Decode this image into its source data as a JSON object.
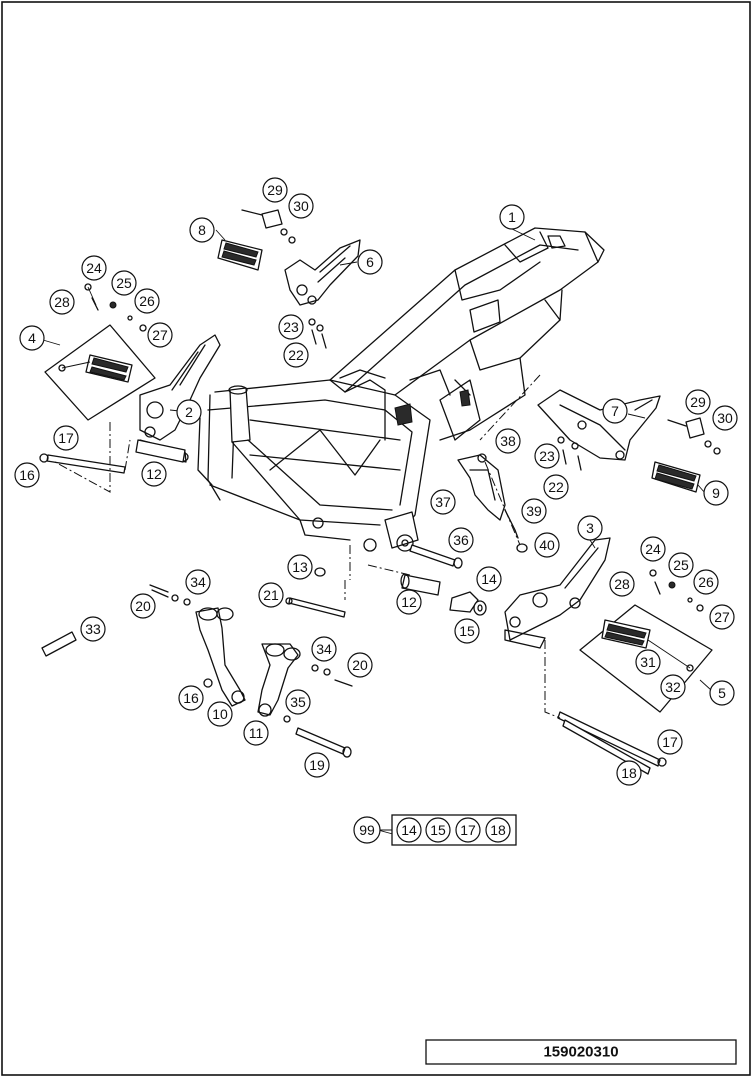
{
  "drawing_number": "159020310",
  "callouts": {
    "c1": "1",
    "c2": "2",
    "c3": "3",
    "c4": "4",
    "c5": "5",
    "c6": "6",
    "c7": "7",
    "c8": "8",
    "c9": "9",
    "c10": "10",
    "c11": "11",
    "c12a": "12",
    "c12b": "12",
    "c13": "13",
    "c14": "14",
    "c15": "15",
    "c16a": "16",
    "c16b": "16",
    "c17a": "17",
    "c17b": "17",
    "c18": "18",
    "c19": "19",
    "c20a": "20",
    "c20b": "20",
    "c21": "21",
    "c22a": "22",
    "c22b": "22",
    "c23a": "23",
    "c23b": "23",
    "c24a": "24",
    "c24b": "24",
    "c25a": "25",
    "c25b": "25",
    "c26a": "26",
    "c26b": "26",
    "c27a": "27",
    "c27b": "27",
    "c28a": "28",
    "c28b": "28",
    "c29a": "29",
    "c29b": "29",
    "c30a": "30",
    "c30b": "30",
    "c31": "31",
    "c32": "32",
    "c33": "33",
    "c34a": "34",
    "c34b": "34",
    "c35": "35",
    "c36": "36",
    "c37": "37",
    "c38": "38",
    "c39": "39",
    "c40": "40"
  },
  "kit": {
    "number": "99",
    "items": [
      "14",
      "15",
      "17",
      "18"
    ]
  }
}
